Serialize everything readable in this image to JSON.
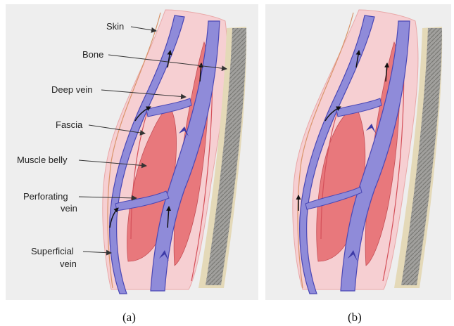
{
  "panel_a": {
    "labels": {
      "skin": "Skin",
      "bone": "Bone",
      "deep_vein": "Deep vein",
      "fascia": "Fascia",
      "muscle_belly": "Muscle belly",
      "perforating_vein_line1": "Perforating",
      "perforating_vein_line2": "vein",
      "superficial_vein_line1": "Superficial",
      "superficial_vein_line2": "vein"
    },
    "caption": "(a)"
  },
  "panel_b": {
    "caption": "(b)"
  },
  "colors": {
    "skin": "#f6cfd2",
    "muscle": "#e8787c",
    "vein": "#8f8bd9",
    "vein_stroke": "#4a47b5",
    "bone": "#8d8d8d",
    "periosteum": "#e4d9b8"
  }
}
